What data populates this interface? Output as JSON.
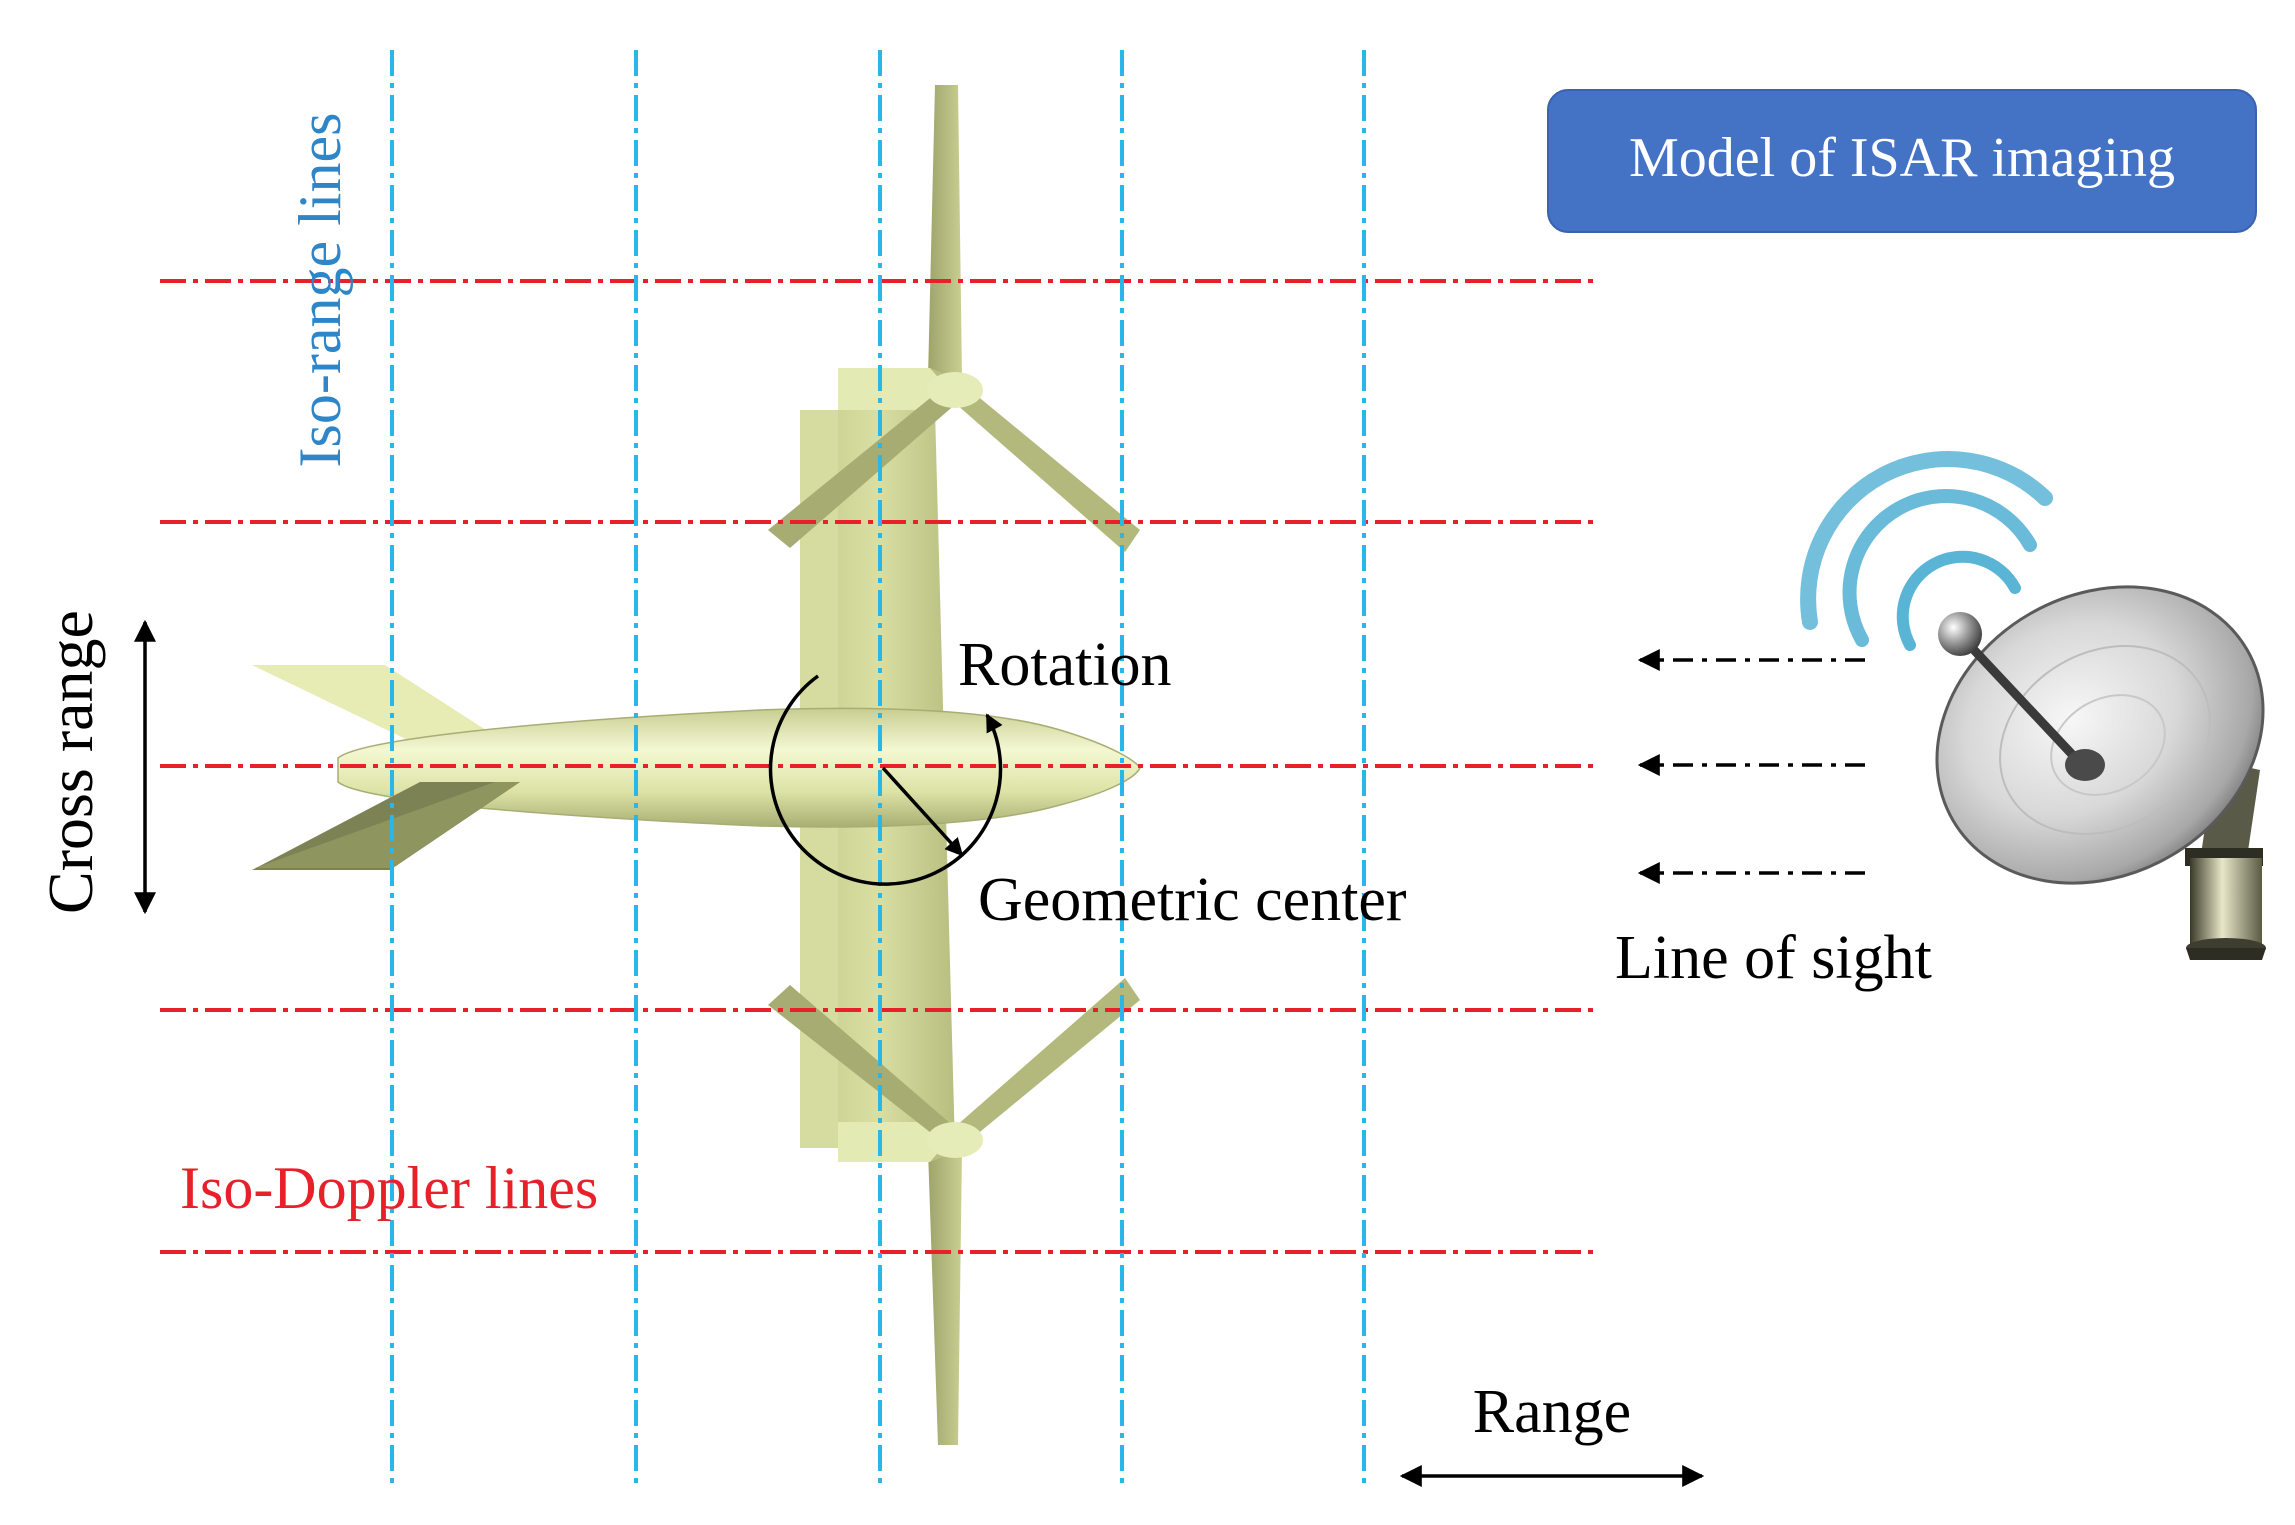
{
  "diagram": {
    "title_badge": "Model of ISAR imaging",
    "labels": {
      "iso_range": "Iso-range lines",
      "iso_doppler": "Iso-Doppler lines",
      "cross_range": "Cross range",
      "rotation": "Rotation",
      "geometric_center": "Geometric center",
      "line_of_sight": "Line of sight",
      "range": "Range"
    },
    "colors": {
      "badge_fill": "#4472c4",
      "badge_text": "#ffffff",
      "iso_range_line": "#29b6e8",
      "iso_doppler_line": "#e8202a",
      "iso_range_text": "#2e86c8",
      "iso_doppler_text": "#e8202a",
      "aircraft_light": "#e9efb8",
      "aircraft_mid": "#bfc585",
      "aircraft_dark": "#7f8455",
      "radar_wave": "#5ab4d6",
      "text": "#000000"
    },
    "icons": {
      "aircraft": "tilt-rotor-aircraft-icon",
      "radar": "radar-dish-icon",
      "waves": "signal-waves-icon"
    }
  }
}
